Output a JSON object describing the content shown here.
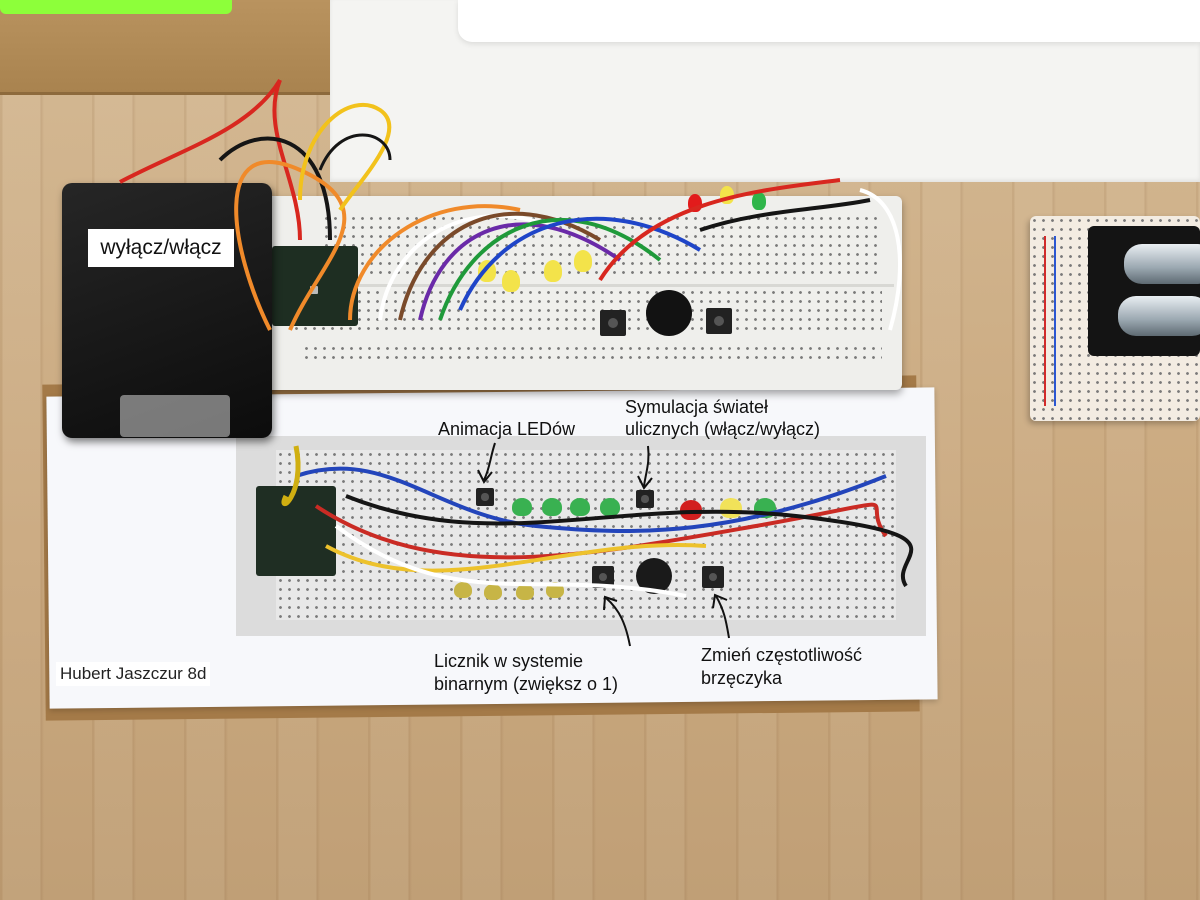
{
  "scene": {
    "switch_label": "wyłącz/włącz",
    "author": "Hubert Jaszczur 8d",
    "annotations": {
      "led_animation": "Animacja LEDów",
      "traffic_lights_line1": "Symulacja świateł",
      "traffic_lights_line2": "ulicznych (włącz/wyłącz)",
      "binary_counter_line1": "Licznik w systemie",
      "binary_counter_line2": "binarnym (zwiększ o 1)",
      "buzzer_line1": "Zmień częstotliwość",
      "buzzer_line2": "brzęczyka"
    }
  },
  "colors": {
    "wire_red": "#d8271f",
    "wire_orange": "#f08a2a",
    "wire_yellow": "#f2c21c",
    "wire_green": "#1f9a3a",
    "wire_blue": "#1f45c8",
    "wire_purple": "#6a2aa8",
    "wire_brown": "#7a4a2a",
    "wire_white": "#ffffff",
    "wire_black": "#151515",
    "led_yellow": "#f3e34a",
    "led_red": "#e21b1b",
    "led_green": "#2fb54a"
  },
  "icons": {
    "pointer_arrows": "hand-drawn-arrow-icon"
  }
}
